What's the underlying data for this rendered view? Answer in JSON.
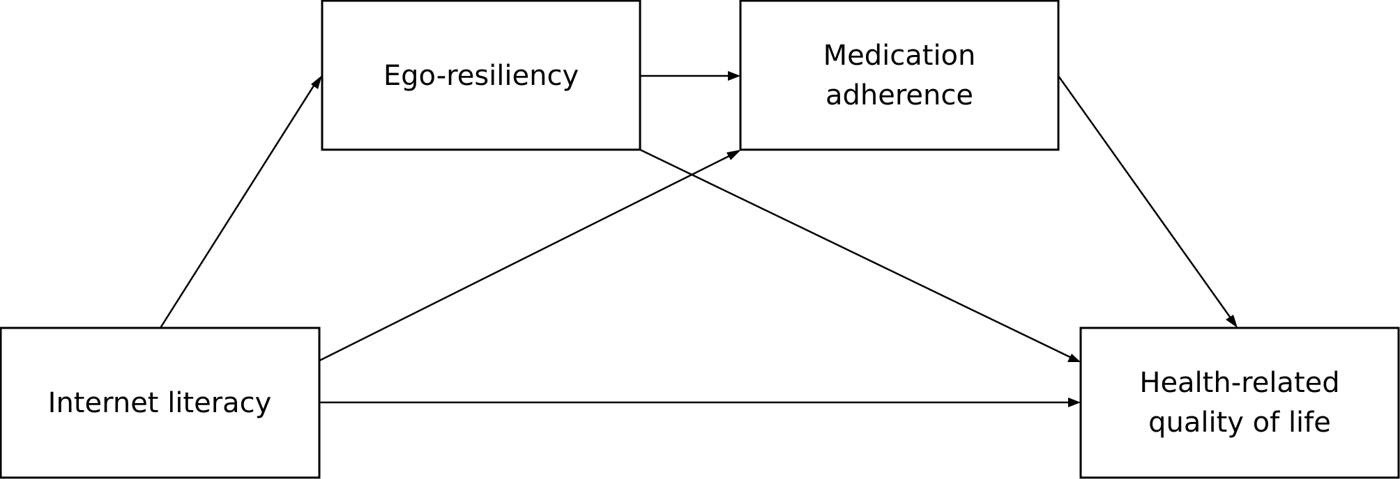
{
  "nodes": {
    "ego_resiliency": {
      "lines": [
        "Ego-resiliency"
      ]
    },
    "medication_adherence": {
      "lines": [
        "Medication",
        "adherence"
      ]
    },
    "internet_literacy": {
      "lines": [
        "Internet literacy"
      ]
    },
    "hrqol": {
      "lines": [
        "Health-related",
        "quality of life"
      ]
    }
  },
  "edges": [
    {
      "from": "internet_literacy",
      "to": "ego_resiliency"
    },
    {
      "from": "internet_literacy",
      "to": "medication_adherence"
    },
    {
      "from": "internet_literacy",
      "to": "hrqol"
    },
    {
      "from": "ego_resiliency",
      "to": "medication_adherence"
    },
    {
      "from": "ego_resiliency",
      "to": "hrqol"
    },
    {
      "from": "medication_adherence",
      "to": "hrqol"
    }
  ],
  "colors": {
    "stroke": "#000000",
    "fill": "#ffffff"
  }
}
